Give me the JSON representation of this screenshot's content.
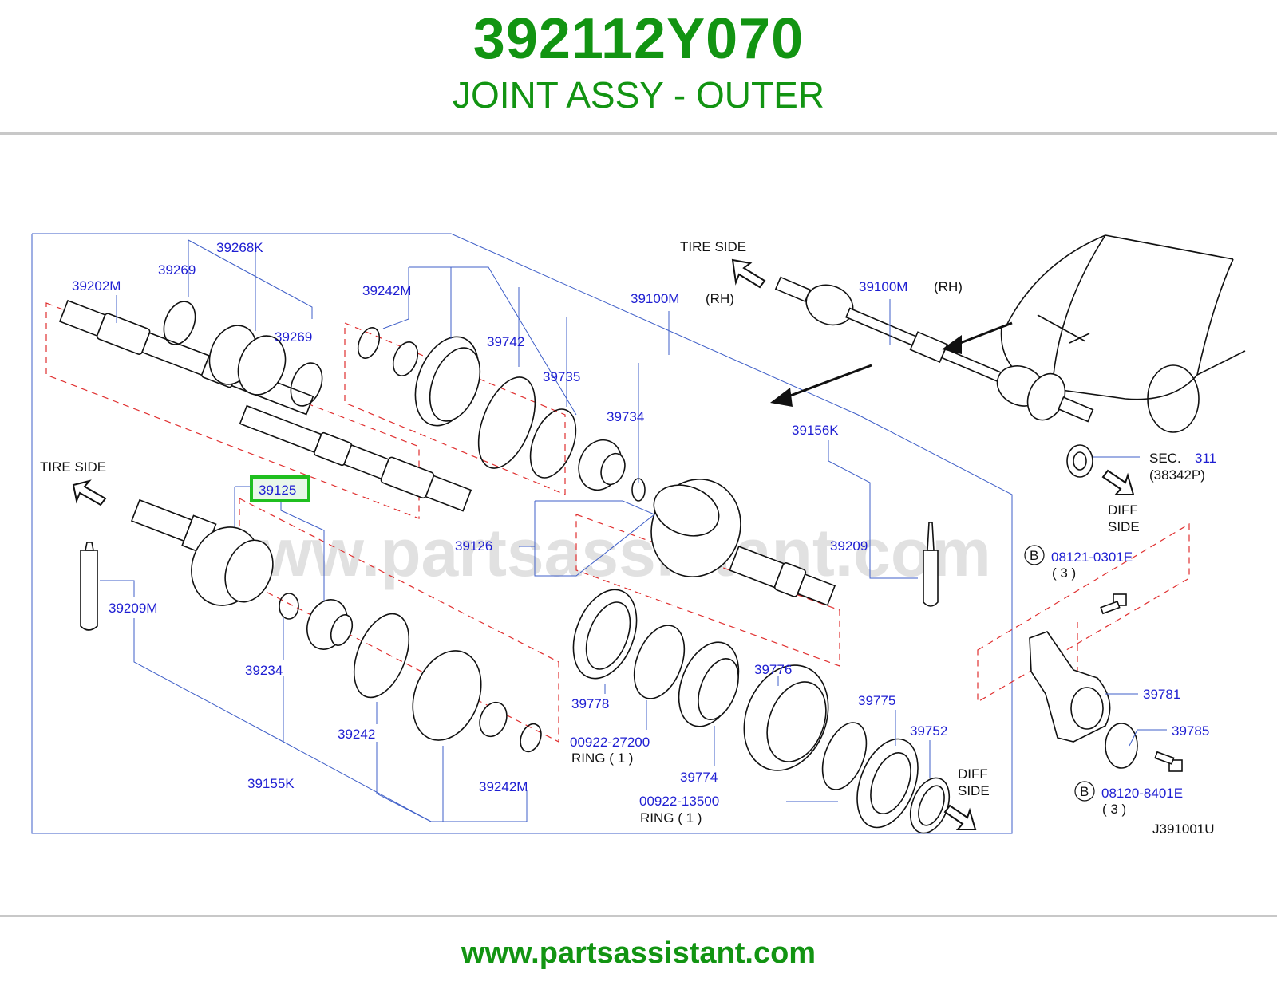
{
  "header": {
    "part_number": "392112Y070",
    "part_name": "JOINT ASSY - OUTER"
  },
  "footer": {
    "url": "www.partsassistant.com"
  },
  "watermark": "www.partsassistant.com",
  "diagram_code": "J391001U",
  "highlight_color": "#1fbf1f",
  "brand_color": "#129412",
  "direction_labels": {
    "tire_side": "TIRE   SIDE",
    "tire_side_left": "TIRE   SIDE",
    "diff_side_top": "DIFF",
    "diff_side_top_2": "SIDE",
    "diff_side_bottom": "DIFF",
    "diff_side_bottom_2": "SIDE"
  },
  "callouts": {
    "c39268K": "39268K",
    "c39269a": "39269",
    "c39269b": "39269",
    "c39202M": "39202M",
    "c39242Ma": "39242M",
    "c39742": "39742",
    "c39735": "39735",
    "c39734": "39734",
    "c39100M_main": "39100M",
    "rh_main": "(RH)",
    "c39100M_top": "39100M",
    "rh_top": "(RH)",
    "c39156K": "39156K",
    "c39125": "39125",
    "c39126": "39126",
    "c39209": "39209",
    "c39209M": "39209M",
    "c39234": "39234",
    "c39155K": "39155K",
    "c39242": "39242",
    "c39242Mb": "39242M",
    "c39778": "39778",
    "c00922_27200": "00922-27200",
    "ring1": "RING    (  1 )",
    "c39774": "39774",
    "c00922_13500": "00922-13500",
    "ring2": "RING    (  1 )",
    "c39776": "39776",
    "c39775": "39775",
    "c39752": "39752",
    "sec": "SEC.",
    "sec_num": "311",
    "sec_ref": "(38342P)",
    "c08121": "08121-0301E",
    "qty1": "( 3 )",
    "c39781": "39781",
    "c39785": "39785",
    "c08120": "08120-8401E",
    "qty2": "( 3 )",
    "b1": "B",
    "b2": "B"
  }
}
